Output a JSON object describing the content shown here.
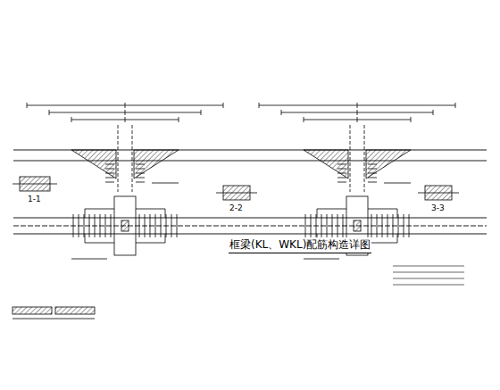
{
  "diagram": {
    "title": "框梁(KL、WKL)配筋构造详图",
    "labels": [
      "1-1",
      "2-2",
      "3-3"
    ]
  }
}
